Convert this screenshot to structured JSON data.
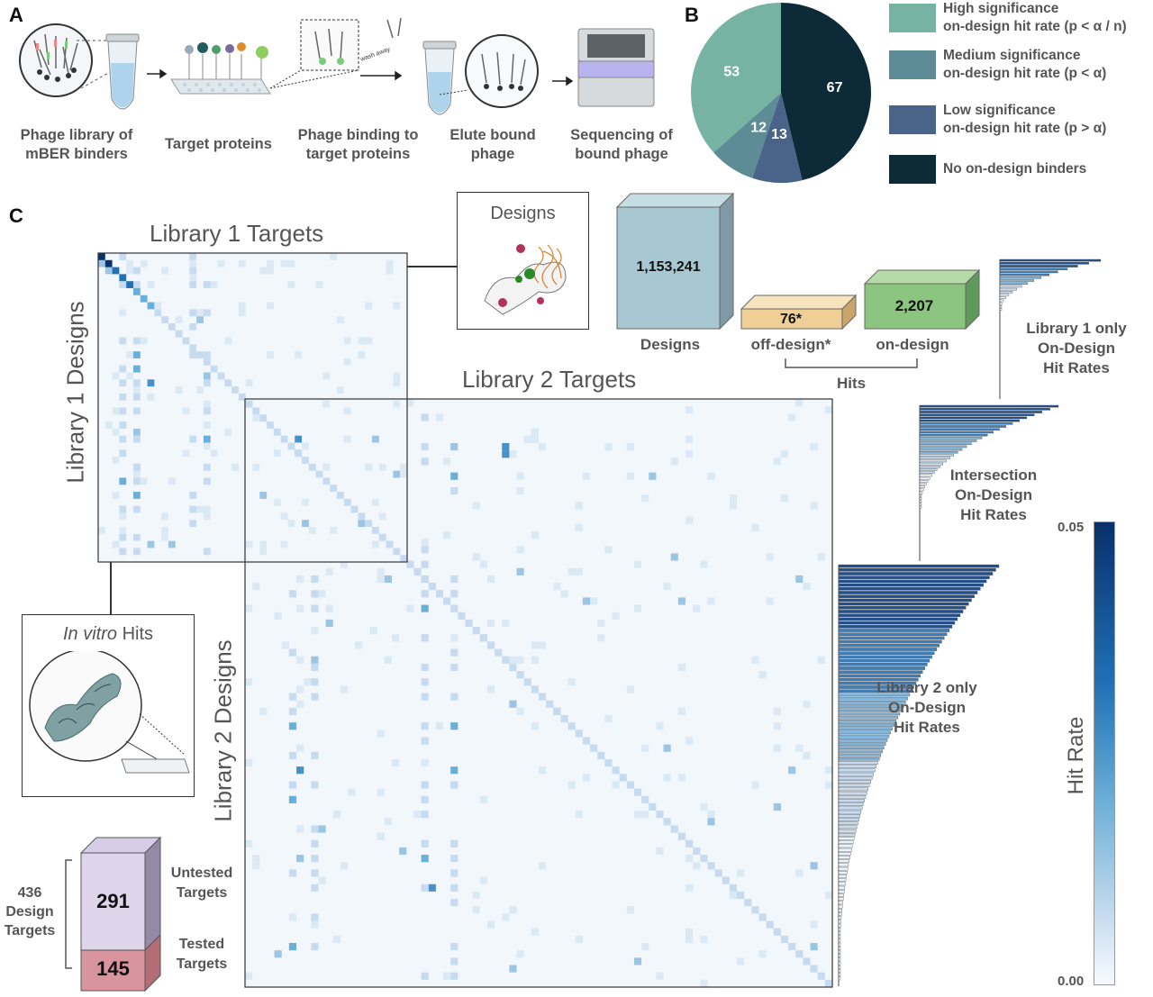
{
  "panels": {
    "a": "A",
    "b": "B",
    "c": "C"
  },
  "panel_a": {
    "steps": [
      {
        "label_line1": "Phage library of",
        "label_line2": "mBER binders"
      },
      {
        "label_line1": "Target proteins",
        "label_line2": ""
      },
      {
        "label_line1": "Phage binding to",
        "label_line2": "target proteins"
      },
      {
        "label_line1": "Elute bound",
        "label_line2": "phage"
      },
      {
        "label_line1": "Sequencing of",
        "label_line2": "bound phage"
      }
    ],
    "wash_text": "wash away"
  },
  "chart_data": {
    "type": "pie",
    "slices": [
      {
        "label": "High significance on-design hit rate (p < α / n)",
        "value": 53,
        "color": "#76b3a3"
      },
      {
        "label": "Medium significance on-design hit rate (p < α)",
        "value": 12,
        "color": "#5d8c96"
      },
      {
        "label": "Low significance on-design hit rate (p > α)",
        "value": 13,
        "color": "#4a6489"
      },
      {
        "label": "No on-design binders",
        "value": 67,
        "color": "#0c2a38"
      }
    ],
    "legend_placement": "right"
  },
  "legend": [
    {
      "line1": "High significance",
      "line2": "on-design hit rate (p < α / n)",
      "color": "#76b3a3"
    },
    {
      "line1": "Medium significance",
      "line2": "on-design hit rate (p < α)",
      "color": "#5d8c96"
    },
    {
      "line1": "Low significance",
      "line2": "on-design hit rate (p > α)",
      "color": "#4a6489"
    },
    {
      "line1": "No on-design binders",
      "line2": "",
      "color": "#0c2a38"
    }
  ],
  "panel_c": {
    "lib1_targets": "Library 1 Targets",
    "lib1_designs": "Library 1 Designs",
    "lib2_targets": "Library 2 Targets",
    "lib2_designs": "Library 2 Designs",
    "designs_box_title": "Designs",
    "invitro_title_italic": "In vitro",
    "invitro_title_rest": " Hits",
    "cube_designs_value": "1,153,241",
    "cube_designs_label": "Designs",
    "cube_off_value": "76*",
    "cube_off_label": "off-design*",
    "cube_on_value": "2,207",
    "cube_on_label": "on-design",
    "hits_label": "Hits",
    "lib1_rates": {
      "line1": "Library 1 only",
      "line2": "On-Design",
      "line3": "Hit Rates"
    },
    "inter_rates": {
      "line1": "Intersection",
      "line2": "On-Design",
      "line3": "Hit Rates"
    },
    "lib2_rates": {
      "line1": "Library 2 only",
      "line2": "On-Design",
      "line3": "Hit Rates"
    },
    "colorbar": {
      "label": "Hit Rate",
      "max": "0.05",
      "min": "0.00"
    },
    "targets_stack": {
      "total_line1": "436",
      "total_line2": "Design",
      "total_line3": "Targets",
      "untested_value": "291",
      "tested_value": "145",
      "untested_line1": "Untested",
      "untested_line2": "Targets",
      "tested_line1": "Tested",
      "tested_line2": "Targets"
    }
  }
}
